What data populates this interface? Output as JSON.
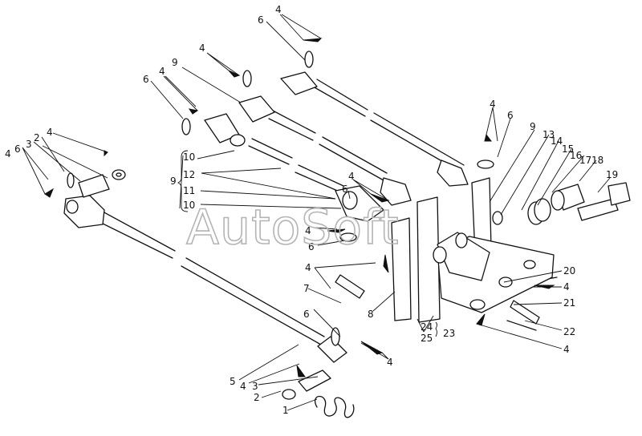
{
  "watermark": "AutoSoft",
  "labels": {
    "n1": "1",
    "n2": "2",
    "n3": "3",
    "n4": "4",
    "n5": "5",
    "n6": "6",
    "n7": "7",
    "n8": "8",
    "n9": "9",
    "n10": "10",
    "n11": "11",
    "n12": "12",
    "n13": "13",
    "n14": "14",
    "n15": "15",
    "n16": "16",
    "n17": "17",
    "n18": "18",
    "n19": "19",
    "n20": "20",
    "n21": "21",
    "n22": "22",
    "n23": "23",
    "n24": "24",
    "n25": "25"
  }
}
